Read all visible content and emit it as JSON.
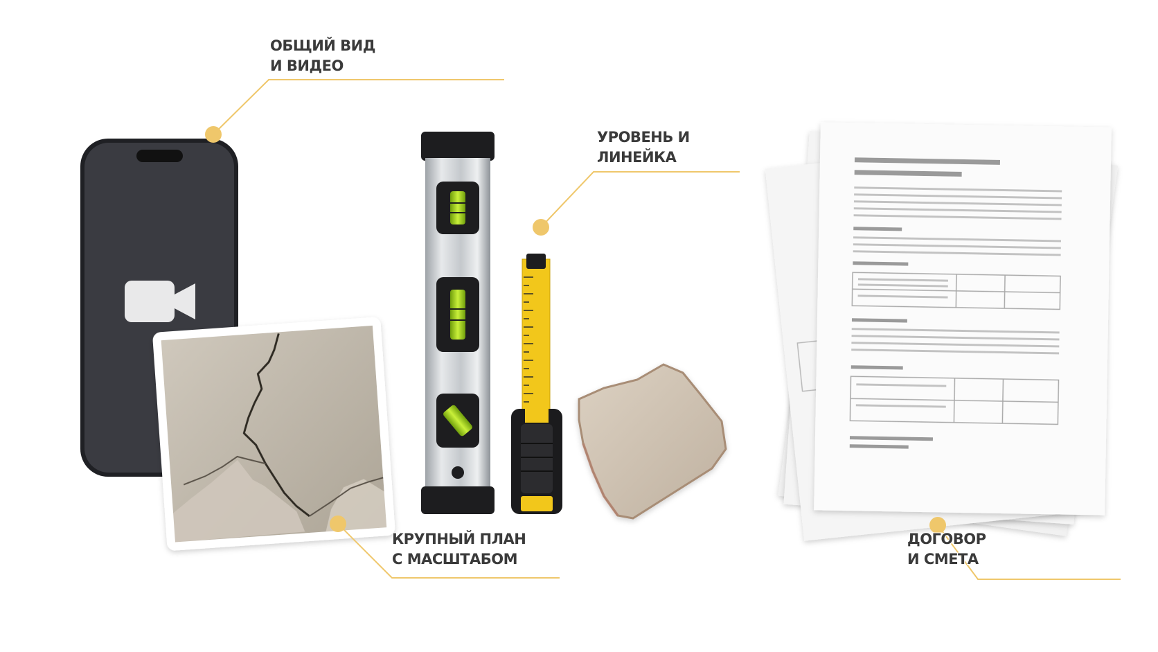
{
  "callouts": {
    "overview": {
      "line1": "ОБЩИЙ ВИД",
      "line2": "И ВИДЕО"
    },
    "level": {
      "line1": "УРОВЕНЬ И",
      "line2": "ЛИНЕЙКА"
    },
    "closeup": {
      "line1": "КРУПНЫЙ ПЛАН",
      "line2": "С МАСШТАБОМ"
    },
    "contract": {
      "line1": "ДОГОВОР",
      "line2": "И СМЕТА"
    }
  },
  "colors": {
    "accent": "#efc76b",
    "phone_body": "#2b2c31",
    "phone_screen": "#3b3c42",
    "level_frame": "#c9ccd0",
    "level_vial": "#a6d61f",
    "tape_yellow": "#f2c71b",
    "plaster": "#bdb5a8",
    "paper": "#f7f7f7"
  },
  "icons": [
    "video-camera-icon"
  ]
}
